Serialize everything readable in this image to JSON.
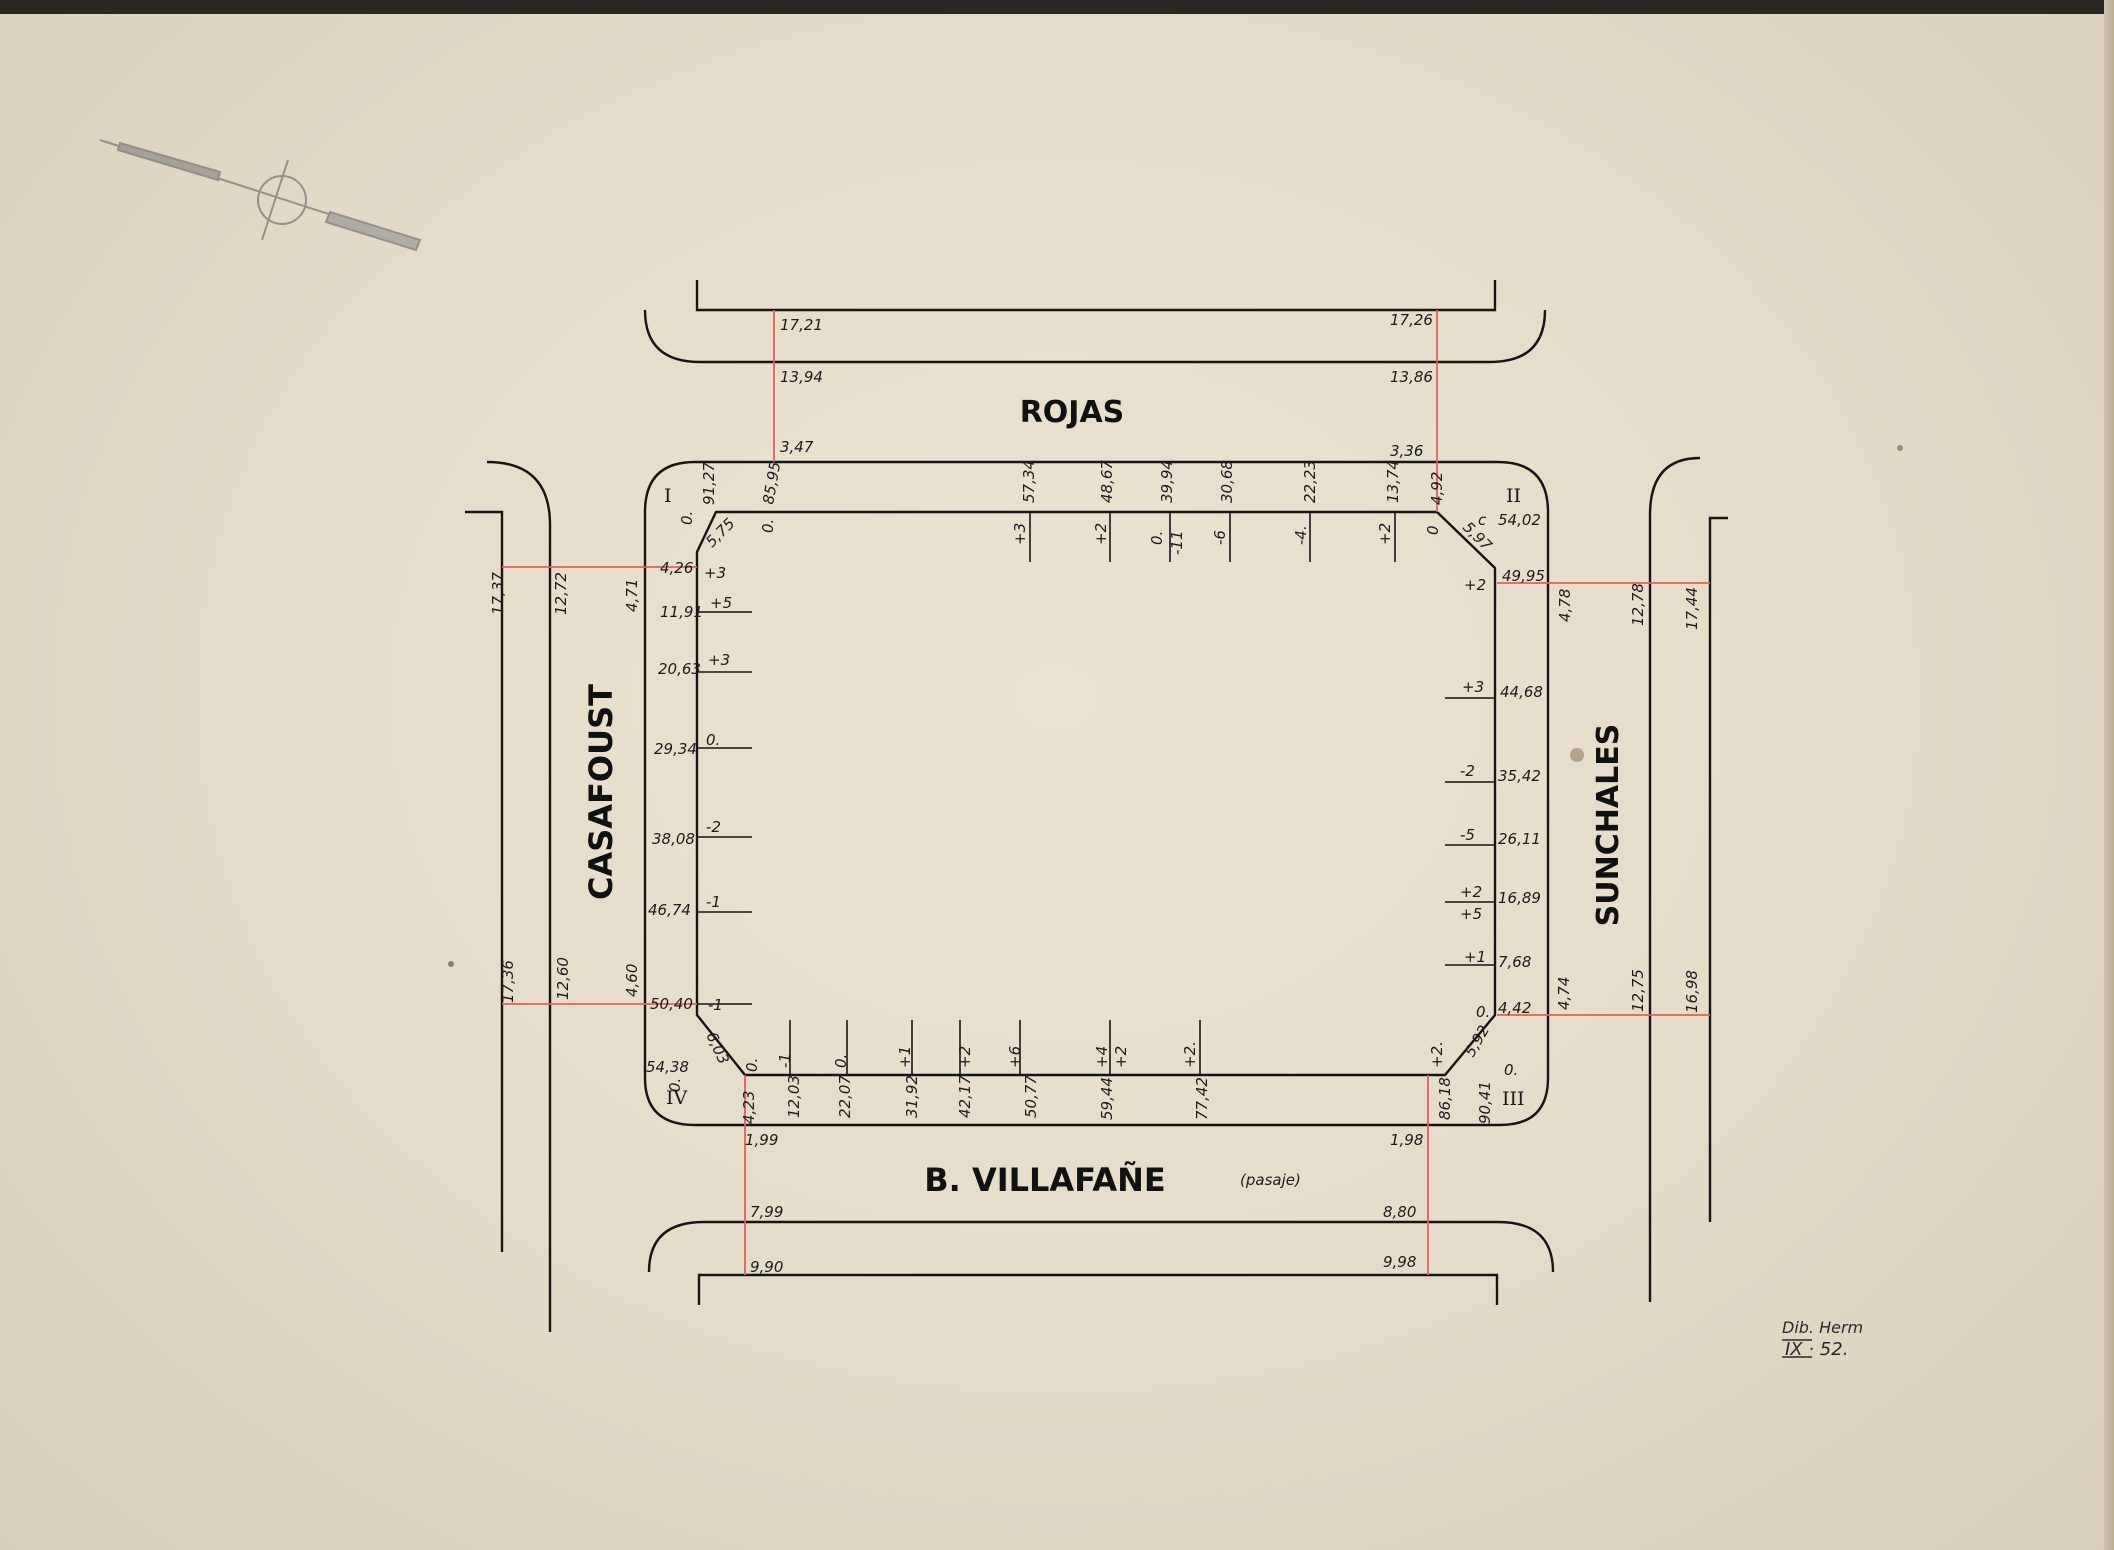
{
  "streets": {
    "north": "ROJAS",
    "west": "CASAFOUST",
    "east": "SUNCHALES",
    "south": "B. VILLAFAÑE",
    "south_note": "(pasaje)"
  },
  "corners": {
    "nw": "I",
    "ne": "II",
    "se": "III",
    "sw": "IV"
  },
  "signature": {
    "author": "Dib. Herm",
    "date": "IX · 52."
  },
  "north_section": {
    "left": [
      "17,21",
      "13,94",
      "3,47"
    ],
    "right": [
      "17,26",
      "13,86",
      "3,36"
    ]
  },
  "west_section": {
    "top": [
      "17,37",
      "12,72",
      "4,71"
    ],
    "bottom": [
      "17,36",
      "12,60",
      "4,60"
    ]
  },
  "east_section": {
    "top": [
      "4,78",
      "12,78",
      "17,44"
    ],
    "bottom": [
      "4,74",
      "12,75",
      "16,98"
    ]
  },
  "south_section": {
    "left": [
      "1,99",
      "7,99",
      "9,90"
    ],
    "right": [
      "1,98",
      "8,80",
      "9,98"
    ]
  },
  "north_side": {
    "distances": [
      "91,27",
      "85,95",
      "57,34",
      "48,67",
      "39,94",
      "30,68",
      "22,23",
      "13,74",
      "4,92"
    ],
    "values": [
      "0.",
      "0.",
      "+3",
      "+2",
      "0.",
      "-11",
      "-6",
      "-4.",
      "+2",
      "0"
    ],
    "chamfer": [
      "5,75",
      "5,97"
    ],
    "misc": [
      "c"
    ]
  },
  "west_side": {
    "distances": [
      "4,26",
      "11,91",
      "20,63",
      "29,34",
      "38,08",
      "46,74",
      "50,40",
      "54,38"
    ],
    "values": [
      "+3",
      "+5",
      "+3",
      "0.",
      "-2",
      "-1",
      "-1",
      "0."
    ],
    "chamfer": [
      "6,03"
    ]
  },
  "east_side": {
    "distances": [
      "54,02",
      "49,95",
      "44,68",
      "35,42",
      "26,11",
      "16,89",
      "7,68",
      "4,42"
    ],
    "values": [
      "+2",
      "+3",
      "-2",
      "-5",
      "+2",
      "+5",
      "+1",
      "0."
    ],
    "chamfer": [
      "5,92"
    ]
  },
  "south_side": {
    "distances": [
      "4,23",
      "12,03",
      "22,07",
      "31,92",
      "42,17",
      "50,77",
      "59,44",
      "77,42",
      "86,18",
      "90,41"
    ],
    "values": [
      "0.",
      "-1",
      "0.",
      "+1",
      "+2",
      "+6",
      "+4",
      "+2",
      "+2.",
      "+2.",
      "0."
    ]
  }
}
